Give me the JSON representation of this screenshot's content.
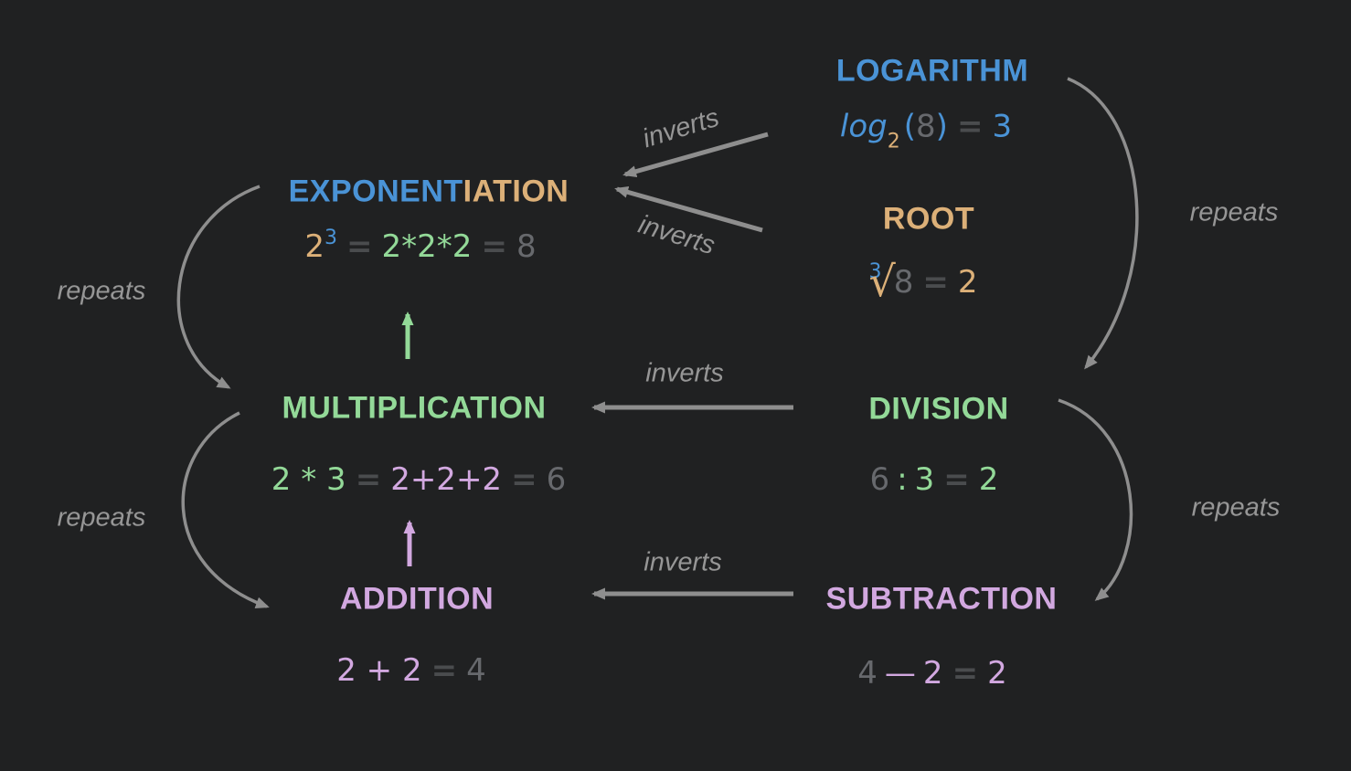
{
  "colors": {
    "background": "#202122",
    "blue": "#4a93d6",
    "tan": "#dcb078",
    "green": "#93d998",
    "purple": "#d2a8e0",
    "arrow": "#8e8e8e",
    "label_gray": "#969696",
    "equals_gray": "#4a4c4e",
    "value_gray": "#67696d"
  },
  "labels": {
    "inverts": "inverts",
    "repeats": "repeats"
  },
  "nodes": {
    "logarithm": {
      "title": "LOGARITHM",
      "formula": {
        "fn": "log",
        "base": "2",
        "open": "(",
        "arg": "8",
        "close": ")",
        "eq": "=",
        "result": "3"
      }
    },
    "exponentiation": {
      "title_blue": "EXPONENT",
      "title_tan": "IATION",
      "formula": {
        "base": "2",
        "exponent": "3",
        "eq1": "=",
        "expansion": "2*2*2",
        "eq2": "=",
        "result": "8"
      }
    },
    "root": {
      "title": "ROOT",
      "formula": {
        "index": "3",
        "radical": "√",
        "radicand": "8",
        "eq": "=",
        "result": "2"
      }
    },
    "multiplication": {
      "title": "MULTIPLICATION",
      "formula": {
        "product": "2 * 3",
        "eq1": "=",
        "expansion": "2+2+2",
        "eq2": "=",
        "result": "6"
      }
    },
    "division": {
      "title": "DIVISION",
      "formula": {
        "dividend": "6",
        "op": ":",
        "divisor": "3",
        "eq": "=",
        "result": "2"
      }
    },
    "addition": {
      "title": "ADDITION",
      "formula": {
        "sum": "2 + 2",
        "eq": "=",
        "result": "4"
      }
    },
    "subtraction": {
      "title": "SUBTRACTION",
      "formula": {
        "minuend": "4",
        "op": "—",
        "subtrahend": "2",
        "eq": "=",
        "result": "2"
      }
    }
  }
}
